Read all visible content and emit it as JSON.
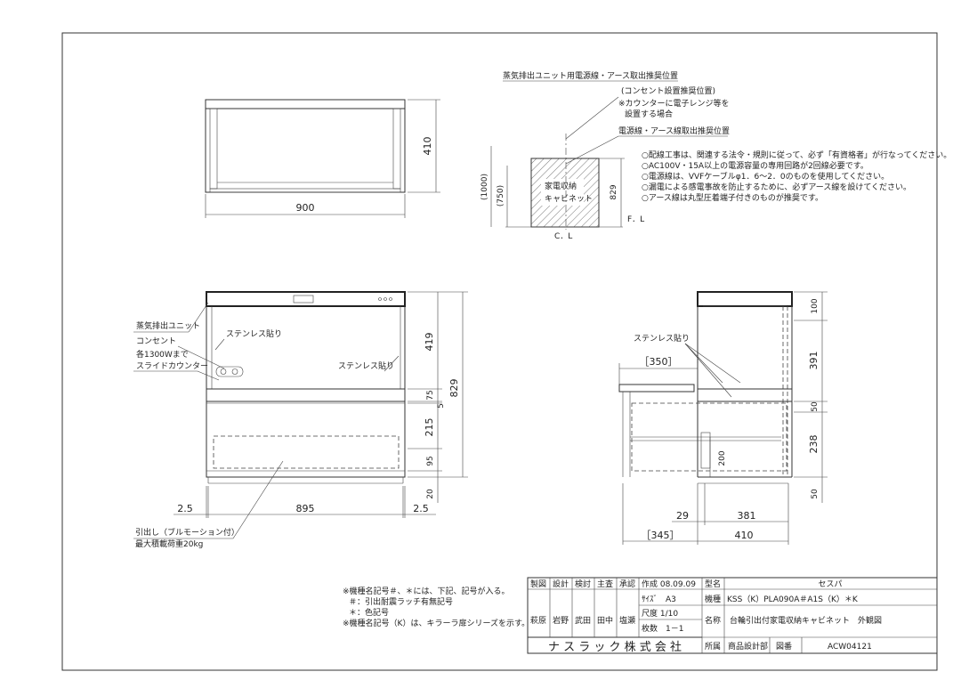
{
  "top_view": {
    "width_label": "900",
    "height_label": "410"
  },
  "power_section": {
    "title": "蒸気排出ユニット用電源線・アース取出推奨位置",
    "outlet_note_1": "(コンセント設置推奨位置)",
    "outlet_note_2": "※カウンターに電子レンジ等を",
    "outlet_note_3": "設置する場合",
    "power_note": "電源線・アース線取出推奨位置",
    "cabinet_label_1": "家電収納",
    "cabinet_label_2": "キャビネット",
    "dim_1000": "(1000)",
    "dim_750": "(750)",
    "dim_829": "829",
    "fl": "F．L",
    "cl": "C．L"
  },
  "notes": [
    "○配線工事は、関連する法令・規則に従って、必ず「有資格者」が行なってください。",
    "○AC100V・15A以上の電源容量の専用回路が2回線必要です。",
    "○電源線は、VVFケーブルφ1．6～2．0のものを使用してください。",
    "○漏電による感電事故を防止するために、必ずアース線を設けてください。",
    "○アース線は丸型圧着端子付きのものが推奨です。"
  ],
  "front_view": {
    "steam_unit": "蒸気排出ユニット",
    "outlet": "コンセント",
    "outlet_spec": "各1300Wまで",
    "slide_counter": "スライドカウンター",
    "stainless_1": "ステンレス貼り",
    "stainless_2": "ステンレス貼り",
    "drawer_1": "引出し（ブルモーション付）",
    "drawer_2": "最大積載荷重20kg",
    "dim_419": "419",
    "dim_75": "75",
    "dim_5": "5",
    "dim_215": "215",
    "dim_95": "95",
    "dim_20": "20",
    "dim_829": "829",
    "dim_25a": "2.5",
    "dim_895": "895",
    "dim_25b": "2.5"
  },
  "side_view": {
    "stainless": "ステンレス貼り",
    "dim_350": "［350］",
    "dim_100": "100",
    "dim_391": "391",
    "dim_50a": "50",
    "dim_238": "238",
    "dim_50b": "50",
    "dim_200": "200",
    "dim_29": "29",
    "dim_381": "381",
    "dim_345": "［345］",
    "dim_410": "410"
  },
  "footnotes": [
    "※機種名記号＃、＊には、下記、記号が入る。",
    "＃：引出耐震ラッチ有無記号",
    "＊：色記号",
    "※機種名記号（K）は、キラーラ扉シリーズを示す。"
  ],
  "title_block": {
    "headers": [
      "製図",
      "設計",
      "検討",
      "主査",
      "承認"
    ],
    "names": [
      "萩原",
      "岩野",
      "武田",
      "田中",
      "塩瀬"
    ],
    "created": "作成 08.09.09",
    "size": "ｻｲｽﾞ　A3",
    "scale": "尺度 1/10",
    "sheets": "枚数　1－1",
    "type_label": "型名",
    "type_value": "セスパ",
    "model_label": "機種",
    "model_value": "KSS（K）PLA090A＃A1S（K）＊K",
    "name_label": "名称",
    "name_value": "台輪引出付家電収納キャビネット　外観図",
    "company": "ナ ス ラ ッ ク 株 式 会 社",
    "dept_label": "所属",
    "dept_value": "商品設計部",
    "drawing_label": "図番",
    "drawing_value": "ACW04121"
  }
}
